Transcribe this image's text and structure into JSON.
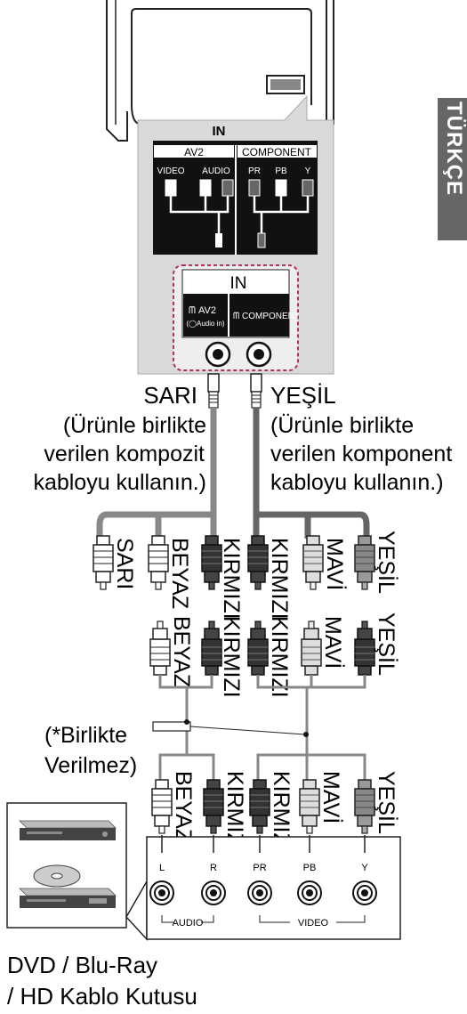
{
  "language_tab": "TÜRKÇE",
  "tv_panel": {
    "in_label": "IN",
    "av2_label": "AV2",
    "component_label": "COMPONENT",
    "video_label": "VIDEO",
    "audio_label": "AUDIO",
    "pr_label": "PR",
    "pb_label": "PB",
    "y_label": "Y"
  },
  "jack_panel": {
    "in_label": "IN",
    "av2_label": "AV2",
    "audio_in_label": "(◯Audio in)",
    "component_label": "COMPONENT"
  },
  "left_cable": {
    "color_label": "SARI",
    "note_line1": "(Ürünle birlikte",
    "note_line2": "verilen kompozit",
    "note_line3": "kabloyu kullanın.)"
  },
  "right_cable": {
    "color_label": "YEŞİL",
    "note_line1": "(Ürünle birlikte",
    "note_line2": "verilen komponent",
    "note_line3": "kabloyu kullanın.)"
  },
  "plug_row1": [
    "SARI",
    "BEYAZ",
    "KIRMIZI",
    "KIRMIZI",
    "MAVİ",
    "YEŞİL"
  ],
  "plug_row2": [
    "BEYAZ",
    "KIRMIZI",
    "KIRMIZI",
    "MAVİ",
    "YEŞİL"
  ],
  "plug_row3": [
    "BEYAZ",
    "KIRMIZI",
    "KIRMIZI",
    "MAVİ",
    "YEŞİL"
  ],
  "not_provided_line1": "(*Birlikte",
  "not_provided_line2": "Verilmez)",
  "device_panel": {
    "l_label": "L",
    "r_label": "R",
    "pr_label": "PR",
    "pb_label": "PB",
    "y_label": "Y",
    "audio_label": "AUDIO",
    "video_label": "VIDEO"
  },
  "device_caption_line1": "DVD / Blu-Ray",
  "device_caption_line2": "/ HD Kablo Kutusu"
}
